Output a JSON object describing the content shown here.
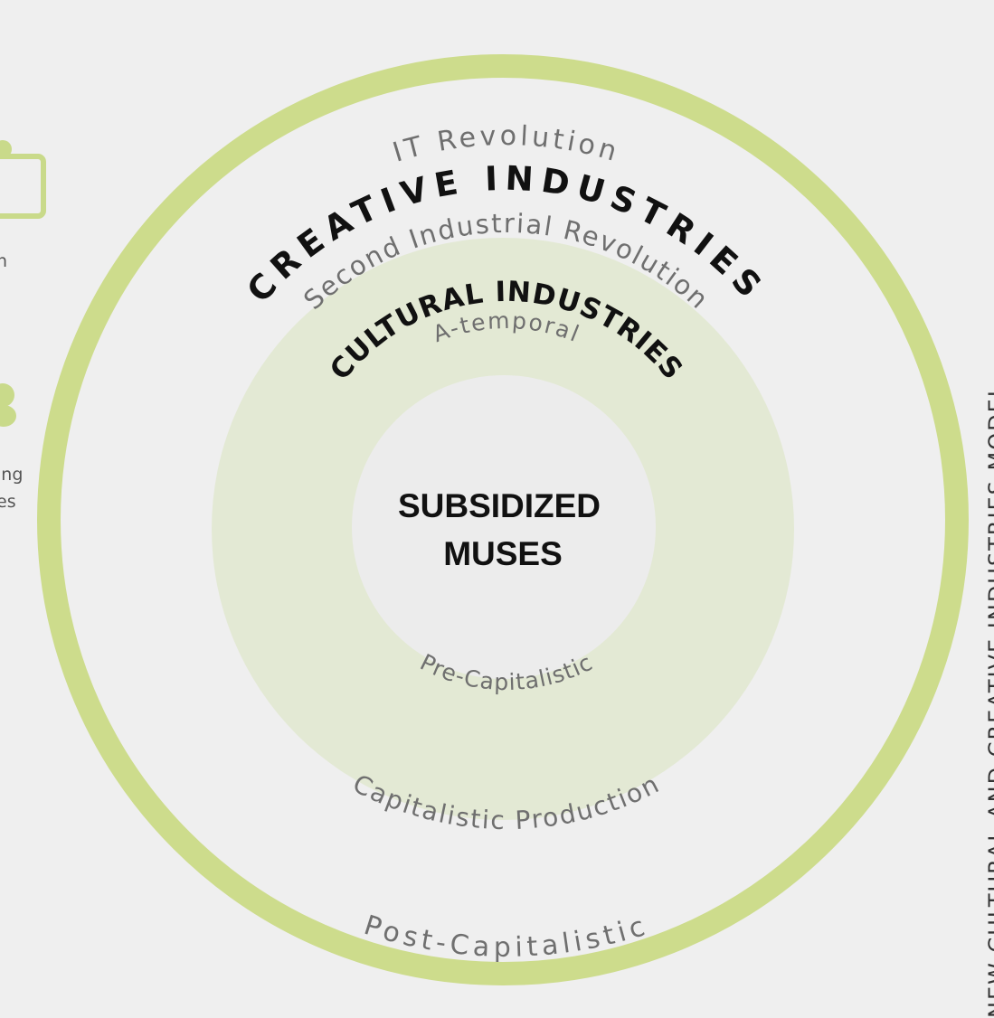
{
  "colors": {
    "background": "#efefef",
    "outer_ring": "#cddc8c",
    "middle_disc": "#e3e9d4",
    "inner_disc": "#ececec",
    "side_icon": "#c9da8a"
  },
  "outer_ring": {
    "top_label": "IT Revolution",
    "bottom_label": "Post-Capitalistic",
    "title": "CREATIVE INDUSTRIES"
  },
  "middle_ring": {
    "top_label": "Second Industrial Revolution",
    "bottom_label": "Capitalistic Production",
    "title": "CULTURAL INDUSTRIES"
  },
  "inner_ring": {
    "top_label": "A-temporal",
    "bottom_label": "Pre-Capitalistic",
    "title_line1": "SUBSIDIZED",
    "title_line2": "MUSES"
  },
  "left_panel": {
    "text_1": "n",
    "text_2": "ing",
    "text_3": "es"
  },
  "right_edge": {
    "vertical_text": "NEW CULTURAL AND CREATIVE INDUSTRIES MODEL"
  }
}
